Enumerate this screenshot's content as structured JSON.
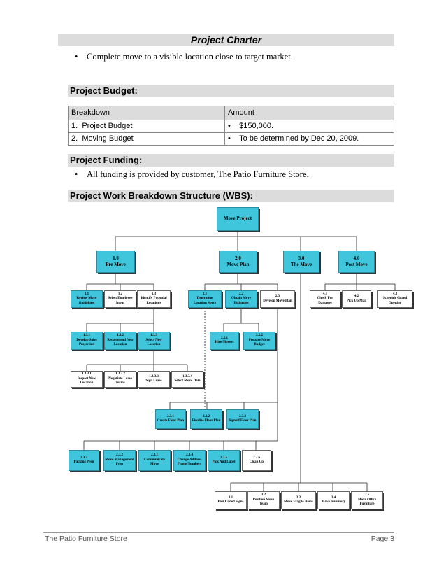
{
  "title": "Project Charter",
  "charter_bullet": "Complete move to a visible location close to target market.",
  "budget": {
    "heading": "Project  Budget:",
    "col_breakdown": "Breakdown",
    "col_amount": "Amount",
    "rows": [
      {
        "num": "1.",
        "item": "Project Budget",
        "amount": "$150,000."
      },
      {
        "num": "2.",
        "item": "Moving Budget",
        "amount": "To be determined by Dec 20, 2009."
      }
    ]
  },
  "funding": {
    "heading": "Project  Funding:",
    "bullet": "All funding is provided by customer, The Patio Furniture Store."
  },
  "wbs": {
    "heading": "Project  Work Breakdown Structure (WBS):",
    "nodes": {
      "root": "Move Project",
      "n1": "1.0\nPre Move",
      "n2": "2.0\nMove Plan",
      "n3": "3.0\nThe Move",
      "n4": "4.0\nPost Move",
      "n1_1": "1.1\nReview Move\nGuidelines",
      "n1_2": "1.2\nSelect Employee\nInput",
      "n1_3": "1.3\nIdentify Potential\nLocations",
      "n2_1": "2.1\nDetermine\nLocation Specs",
      "n2_2": "2.2\nObtain Move\nEstimates",
      "n2_3": "2.3\nDevelop Move Plan",
      "n4_1": "4.1\nCheck For\nDamages",
      "n4_2": "4.2\nPick Up Mail",
      "n4_3": "4.3\nSchedule Grand\nOpening",
      "n1_3_1": "1.3.1\nDevelop Sales\nProjection",
      "n1_3_2": "1.3.2\nRecommend New\nLocation",
      "n1_3_3": "1.3.3\nSelect New\nLocation",
      "n2_2_1": "2.2.1\nHire Movers",
      "n2_2_2": "2.2.2\nPrepare Move\nBudget",
      "n1_3_3_1": "1.3.3.1\nInspect New\nLocation",
      "n1_3_3_2": "1.3.3.2\nNegotiate Lease\nTerms",
      "n1_3_3_3": "1.3.3.3\nSign Lease",
      "n1_3_3_4": "1.3.3.4\nSelect Move Date",
      "n2_3_1": "2.3.1\nCreate Floor Plan",
      "n2_3_2": "2.3.2\nFinalize Floor Plan",
      "n2_3_3": "2.3.3\nSignoff Floor Plan",
      "n2_3_3a": "2.3.3\nPacking Prep",
      "n2_3_2a": "2.3.2\nMove Management\nPrep",
      "n2_3_1a": "2.3.1\nCommunicate\nMove",
      "n2_3_4": "2.3.4\nChange Address\nPhone Numbers",
      "n2_3_5": "2.3.5\nPick And Label",
      "n2_3_6": "2.3.6\nClean Up",
      "n3_1": "3.1\nPost Coded Signs",
      "n3_2": "3.2\nPosition Move\nTeam",
      "n3_3": "3.3\nMove Fragile Items",
      "n3_4": "3.4\nMove Inventory",
      "n3_5": "3.5\nMove Office\nFurniture"
    }
  },
  "footer": {
    "left": "The Patio Furniture Store",
    "right": "Page 3"
  }
}
